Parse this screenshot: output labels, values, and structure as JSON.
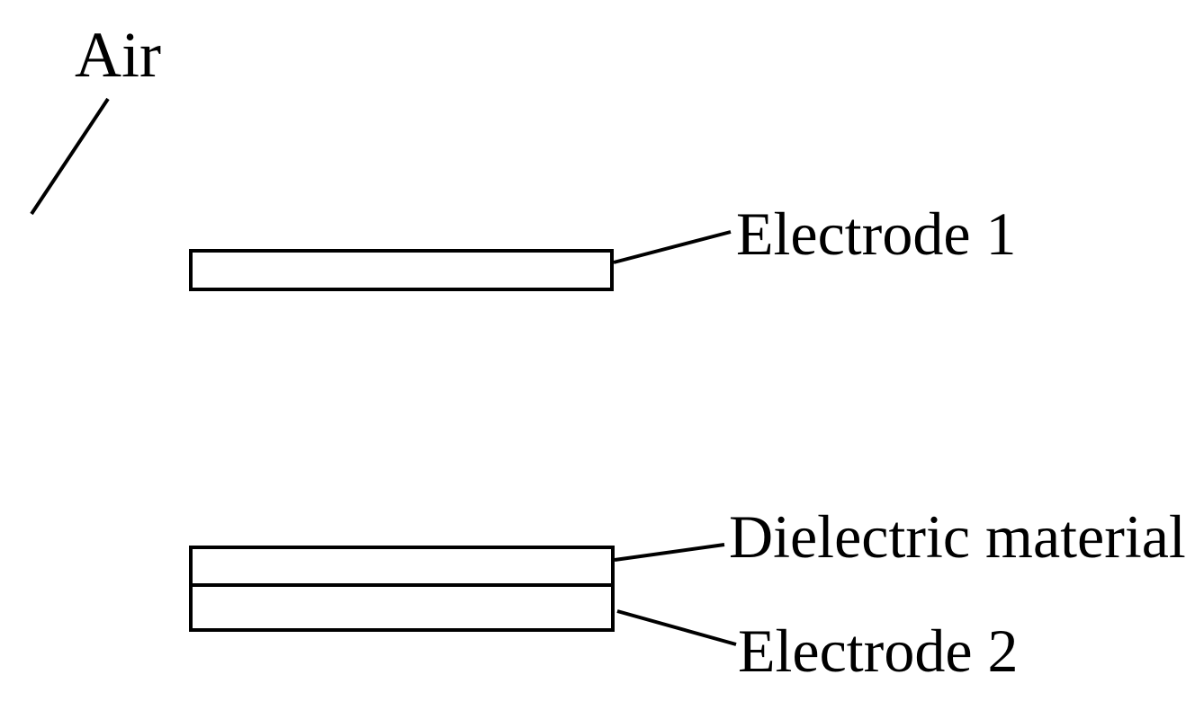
{
  "diagram": {
    "labels": {
      "air": "Air",
      "electrode_1": "Electrode 1",
      "dielectric": "Dielectric material",
      "electrode_2": "Electrode 2"
    },
    "colors": {
      "stroke": "#000000",
      "layer_fill": "#ffffff",
      "background": "#ffffff"
    },
    "structure": {
      "top_layer": "Electrode 1",
      "bottom_stack_layers": [
        "Dielectric material",
        "Electrode 2"
      ],
      "gap_medium": "Air"
    }
  }
}
